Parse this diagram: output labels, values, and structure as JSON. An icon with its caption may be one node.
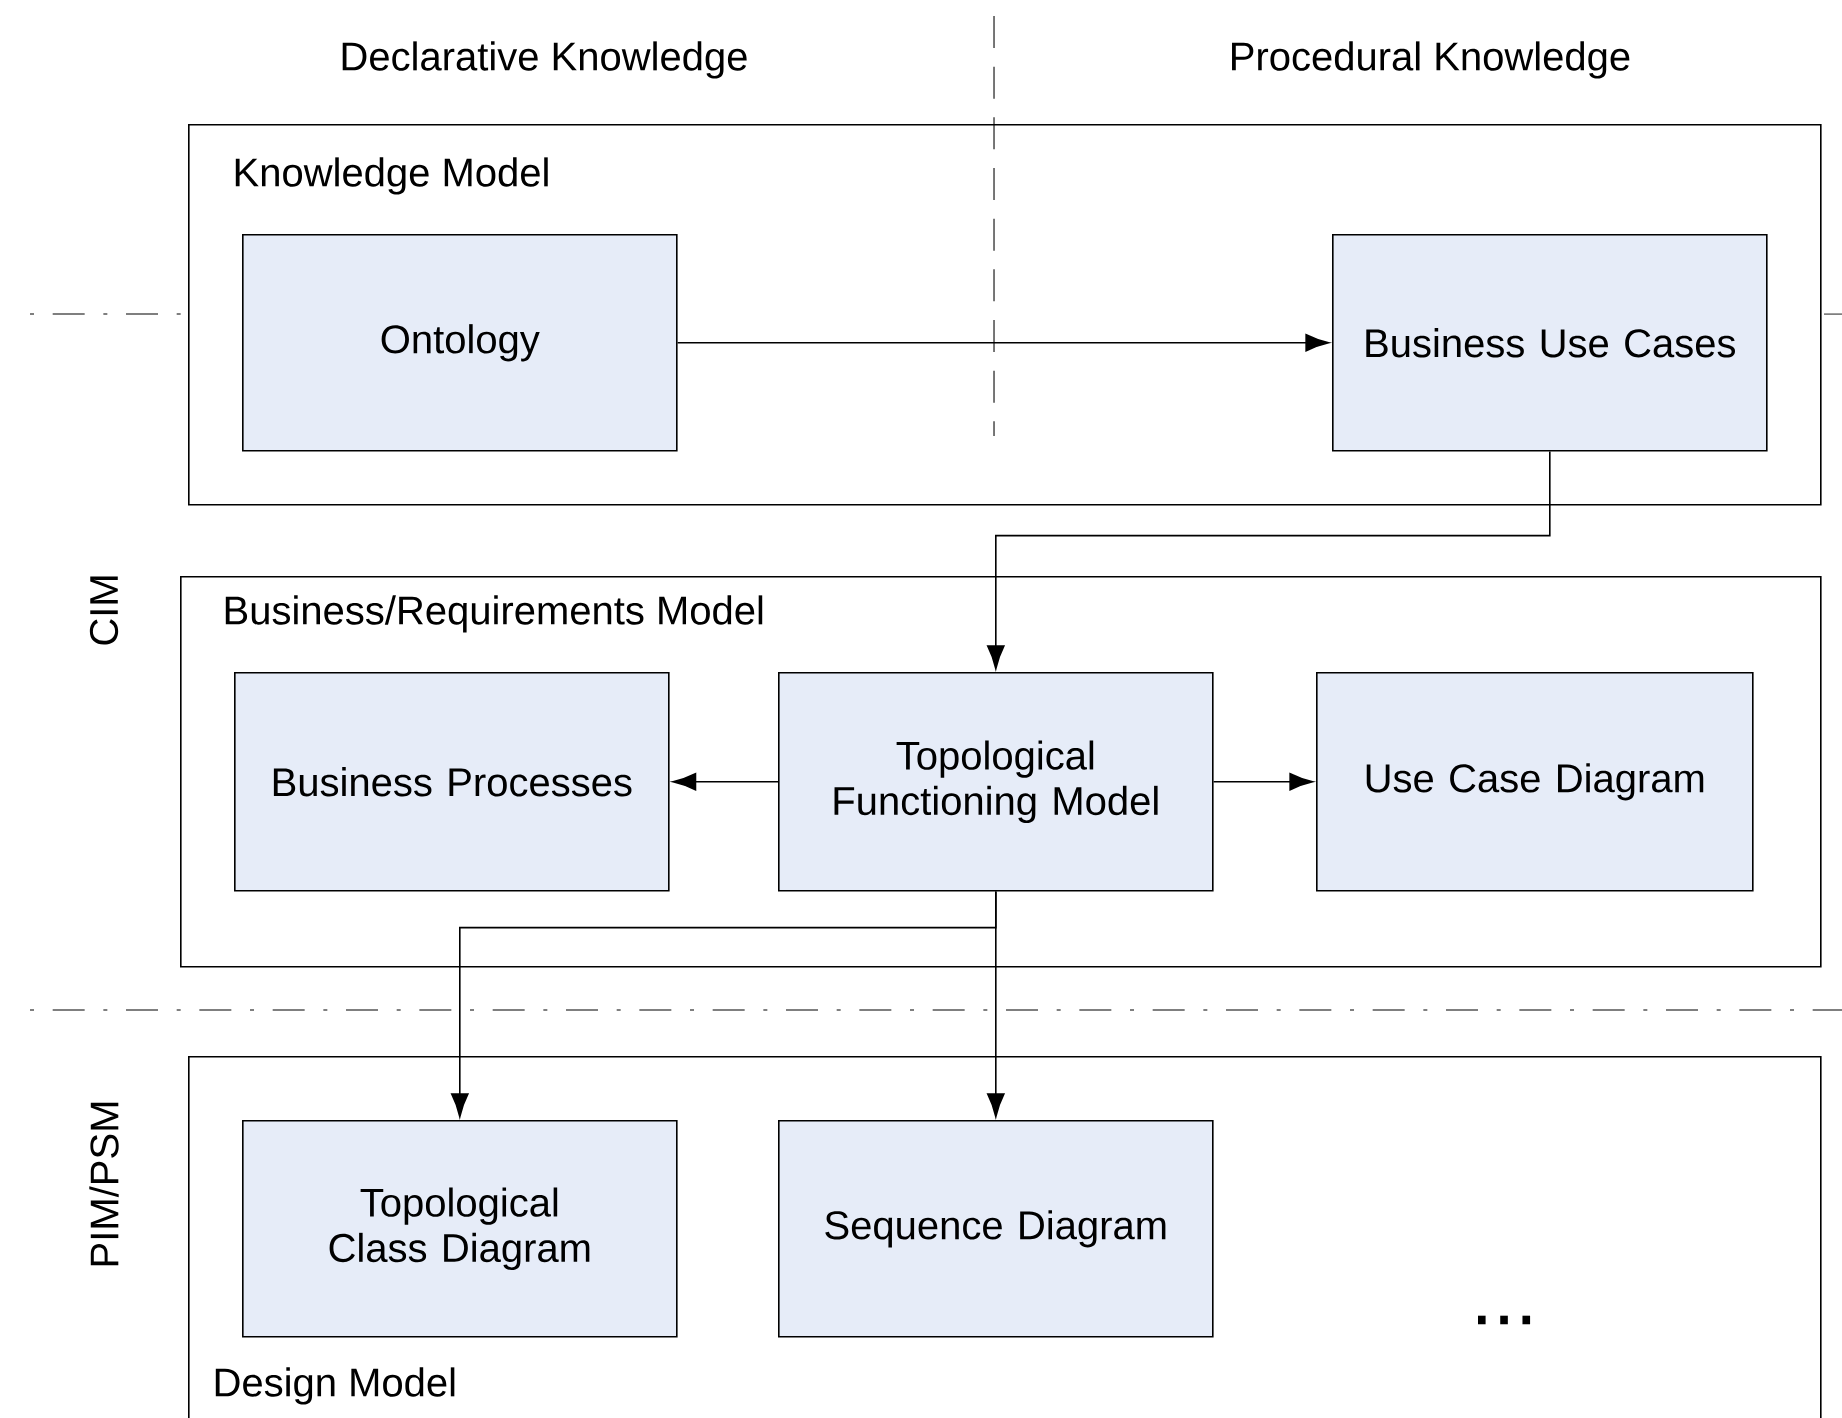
{
  "diagram": {
    "nodes": [
      {
        "text": [
          "Knowledge Model"
        ]
      },
      {
        "text": [
          "Ontology"
        ],
        "in": 0
      },
      {
        "text": [
          "Business Use Cases"
        ],
        "in": 0
      },
      {
        "text": [
          "Business/Requirements Model"
        ]
      },
      {
        "text": [
          "Business Processes"
        ],
        "in": 3
      },
      {
        "text": [
          "Topological Functioning Model"
        ],
        "in": 3
      },
      {
        "text": [
          "Use Case Diagram"
        ],
        "in": 3
      },
      {
        "text": [
          "Design Model"
        ]
      },
      {
        "text": [
          "Topological Class Diagram"
        ],
        "in": 7
      },
      {
        "text": [
          "Sequence Diagram"
        ],
        "in": 7
      }
    ],
    "edges": [
      {
        "from": 1,
        "to": 2,
        "arrow": "to"
      },
      {
        "from": 2,
        "to": 5,
        "arrow": "to"
      },
      {
        "from": 5,
        "to": 4,
        "arrow": "to"
      },
      {
        "from": 5,
        "to": 6,
        "arrow": "to"
      },
      {
        "from": 5,
        "to": 8,
        "arrow": "to"
      },
      {
        "from": 5,
        "to": 9,
        "arrow": "to"
      }
    ],
    "labels": [
      "Declarative Knowledge",
      "Procedural Knowledge",
      "CIM",
      "PIM/PSM",
      "..."
    ]
  }
}
